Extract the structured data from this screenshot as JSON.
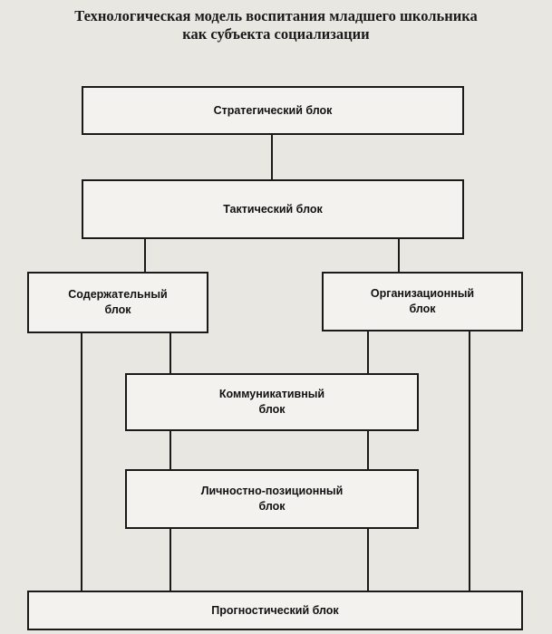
{
  "title": {
    "line1": "Технологическая модель воспитания младшего школьника",
    "line2": "как субъекта социализации"
  },
  "blocks": {
    "strategic": "Стратегический блок",
    "tactical": "Тактический блок",
    "content": "Содержательный\nблок",
    "organizational": "Организационный\nблок",
    "communicative": "Коммуникативный\nблок",
    "personal": "Личностно-позиционный\nблок",
    "prognostic": "Прогностический блок"
  },
  "colors": {
    "background": "#e9e7e2",
    "box": "#f3f2ee",
    "line": "#1a1a1a"
  }
}
